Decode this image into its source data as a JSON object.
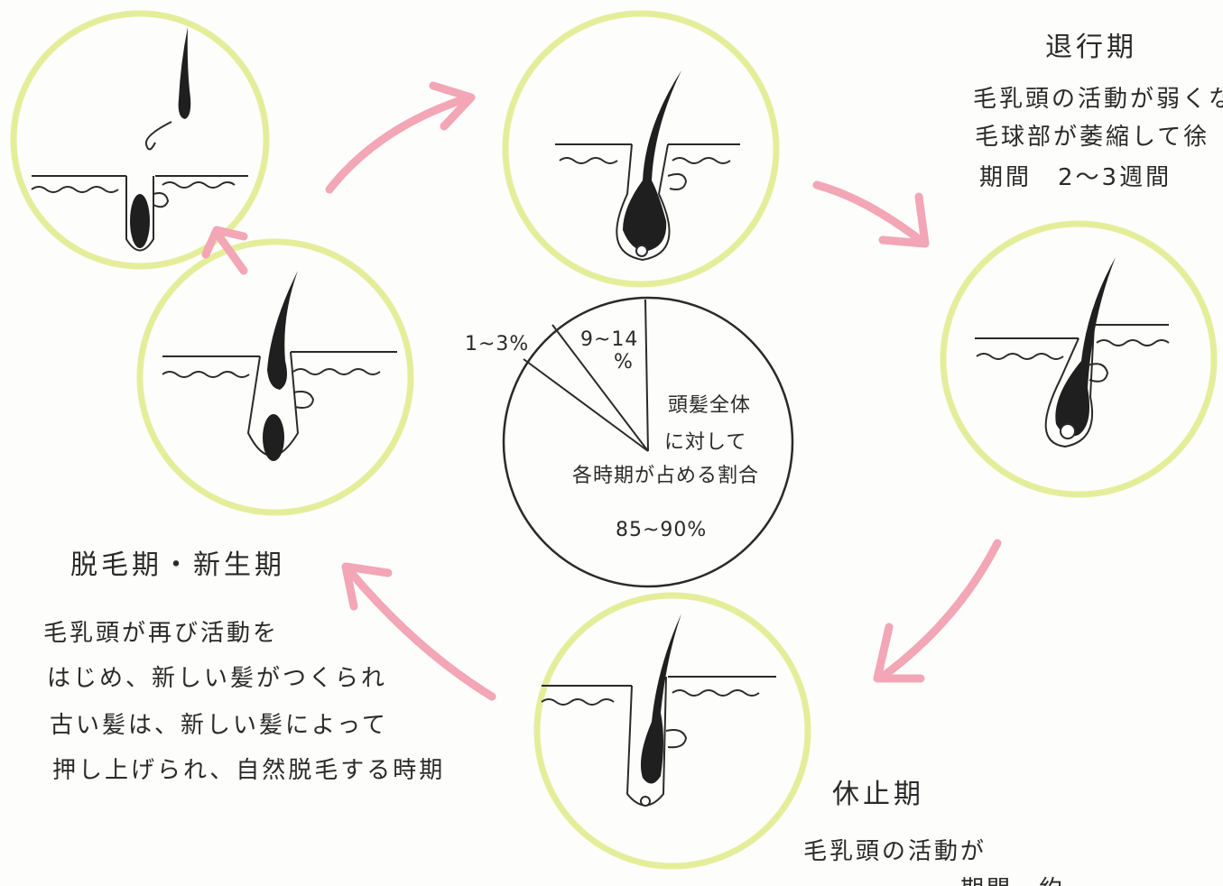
{
  "phases": {
    "catagen": {
      "title": "退行期",
      "lines": [
        "毛乳頭の活動が弱くな",
        "毛球部が萎縮して徐",
        "期間　2～3週間"
      ]
    },
    "telogen": {
      "title": "休止期",
      "lines": [
        "毛乳頭の活動が",
        "　　　　　　期間　約"
      ]
    },
    "exogen_anagen": {
      "title": "脱毛期・新生期",
      "lines": [
        "毛乳頭が再び活動を",
        "はじめ、新しい髪がつくられ",
        "古い髪は、新しい髪によって",
        "押し上げられ、自然脱毛する時期"
      ]
    }
  },
  "pie": {
    "center_lines": [
      "頭髪全体",
      "に対して",
      "各時期が占める割合"
    ],
    "labels": {
      "small": "1~3%",
      "medium_1": "9~14",
      "medium_2": "%",
      "large": "85~90%"
    }
  },
  "colors": {
    "ring": "#e4ee9a",
    "arrow": "#f2a6b6",
    "ink": "#2a2a2a"
  }
}
